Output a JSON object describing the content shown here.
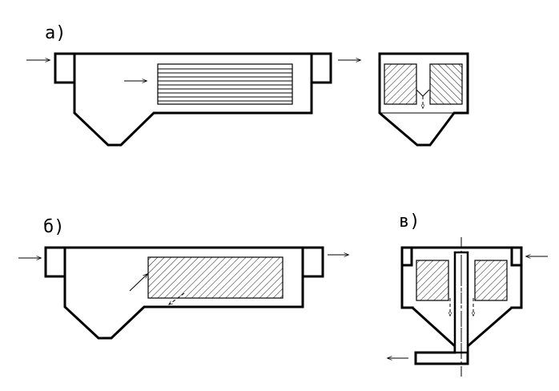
{
  "labels": {
    "a": "а)",
    "b": "б)",
    "v": "в)"
  },
  "colors": {
    "line": "#000000",
    "background": "#ffffff"
  },
  "elements": {
    "flow_arrows": "arrow",
    "hatched_packs": "diagonal-hatch",
    "plate_pack": "horizontal-plates",
    "center_pipe": "vertical-pipe"
  }
}
